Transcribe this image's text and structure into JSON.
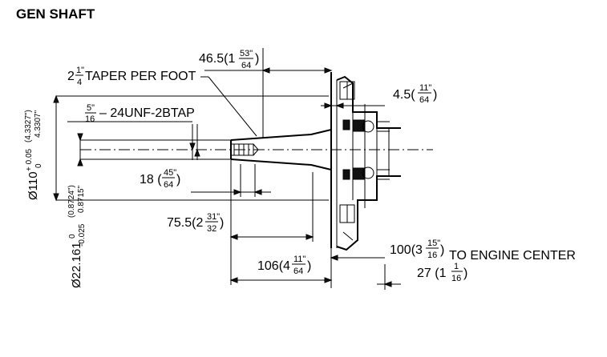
{
  "title": "GEN SHAFT",
  "labels": {
    "taper": "2¼\" TAPER PER FOOT",
    "taper_whole": "2",
    "taper_num": "1\"",
    "taper_den": "4",
    "taper_text": "TAPER PER FOOT",
    "tap_num": "5\"",
    "tap_den": "16",
    "tap_text": "– 24UNF-2BTAP",
    "dim_46": "46.5(1",
    "dim_46_num": "53\"",
    "dim_46_den": "64",
    "dim_46_close": ")",
    "dim_45": "4.5(",
    "dim_45_num": "11\"",
    "dim_45_den": "64",
    "dim_45_close": ")",
    "dim_18": "18 (",
    "dim_18_num": "45\"",
    "dim_18_den": "64",
    "dim_18_close": ")",
    "dim_75": "75.5(2",
    "dim_75_num": "31\"",
    "dim_75_den": "32",
    "dim_75_close": ")",
    "dim_106": "106(4",
    "dim_106_num": "11\"",
    "dim_106_den": "64",
    "dim_106_close": ")",
    "dim_100": "100(3",
    "dim_100_num": "15\"",
    "dim_100_den": "16",
    "dim_100_close": ")",
    "to_engine": "TO ENGINE CENTER",
    "dim_27": "27  (1",
    "dim_27_num": "1",
    "dim_27_den": "16",
    "dim_27_close": ")",
    "dia_110": "Ø110",
    "dia_110_tol_plus": "+ 0.05",
    "dia_110_tol_zero": "0",
    "dia_110_in_top": "(4.3327\")",
    "dia_110_in_bot": "4.3307\"",
    "dia_22": "Ø22.161",
    "dia_22_tol_zero": "0",
    "dia_22_tol_minus": "-0.025",
    "dia_22_in_top": "(0.8724\")",
    "dia_22_in_bot": "0.8715\""
  }
}
